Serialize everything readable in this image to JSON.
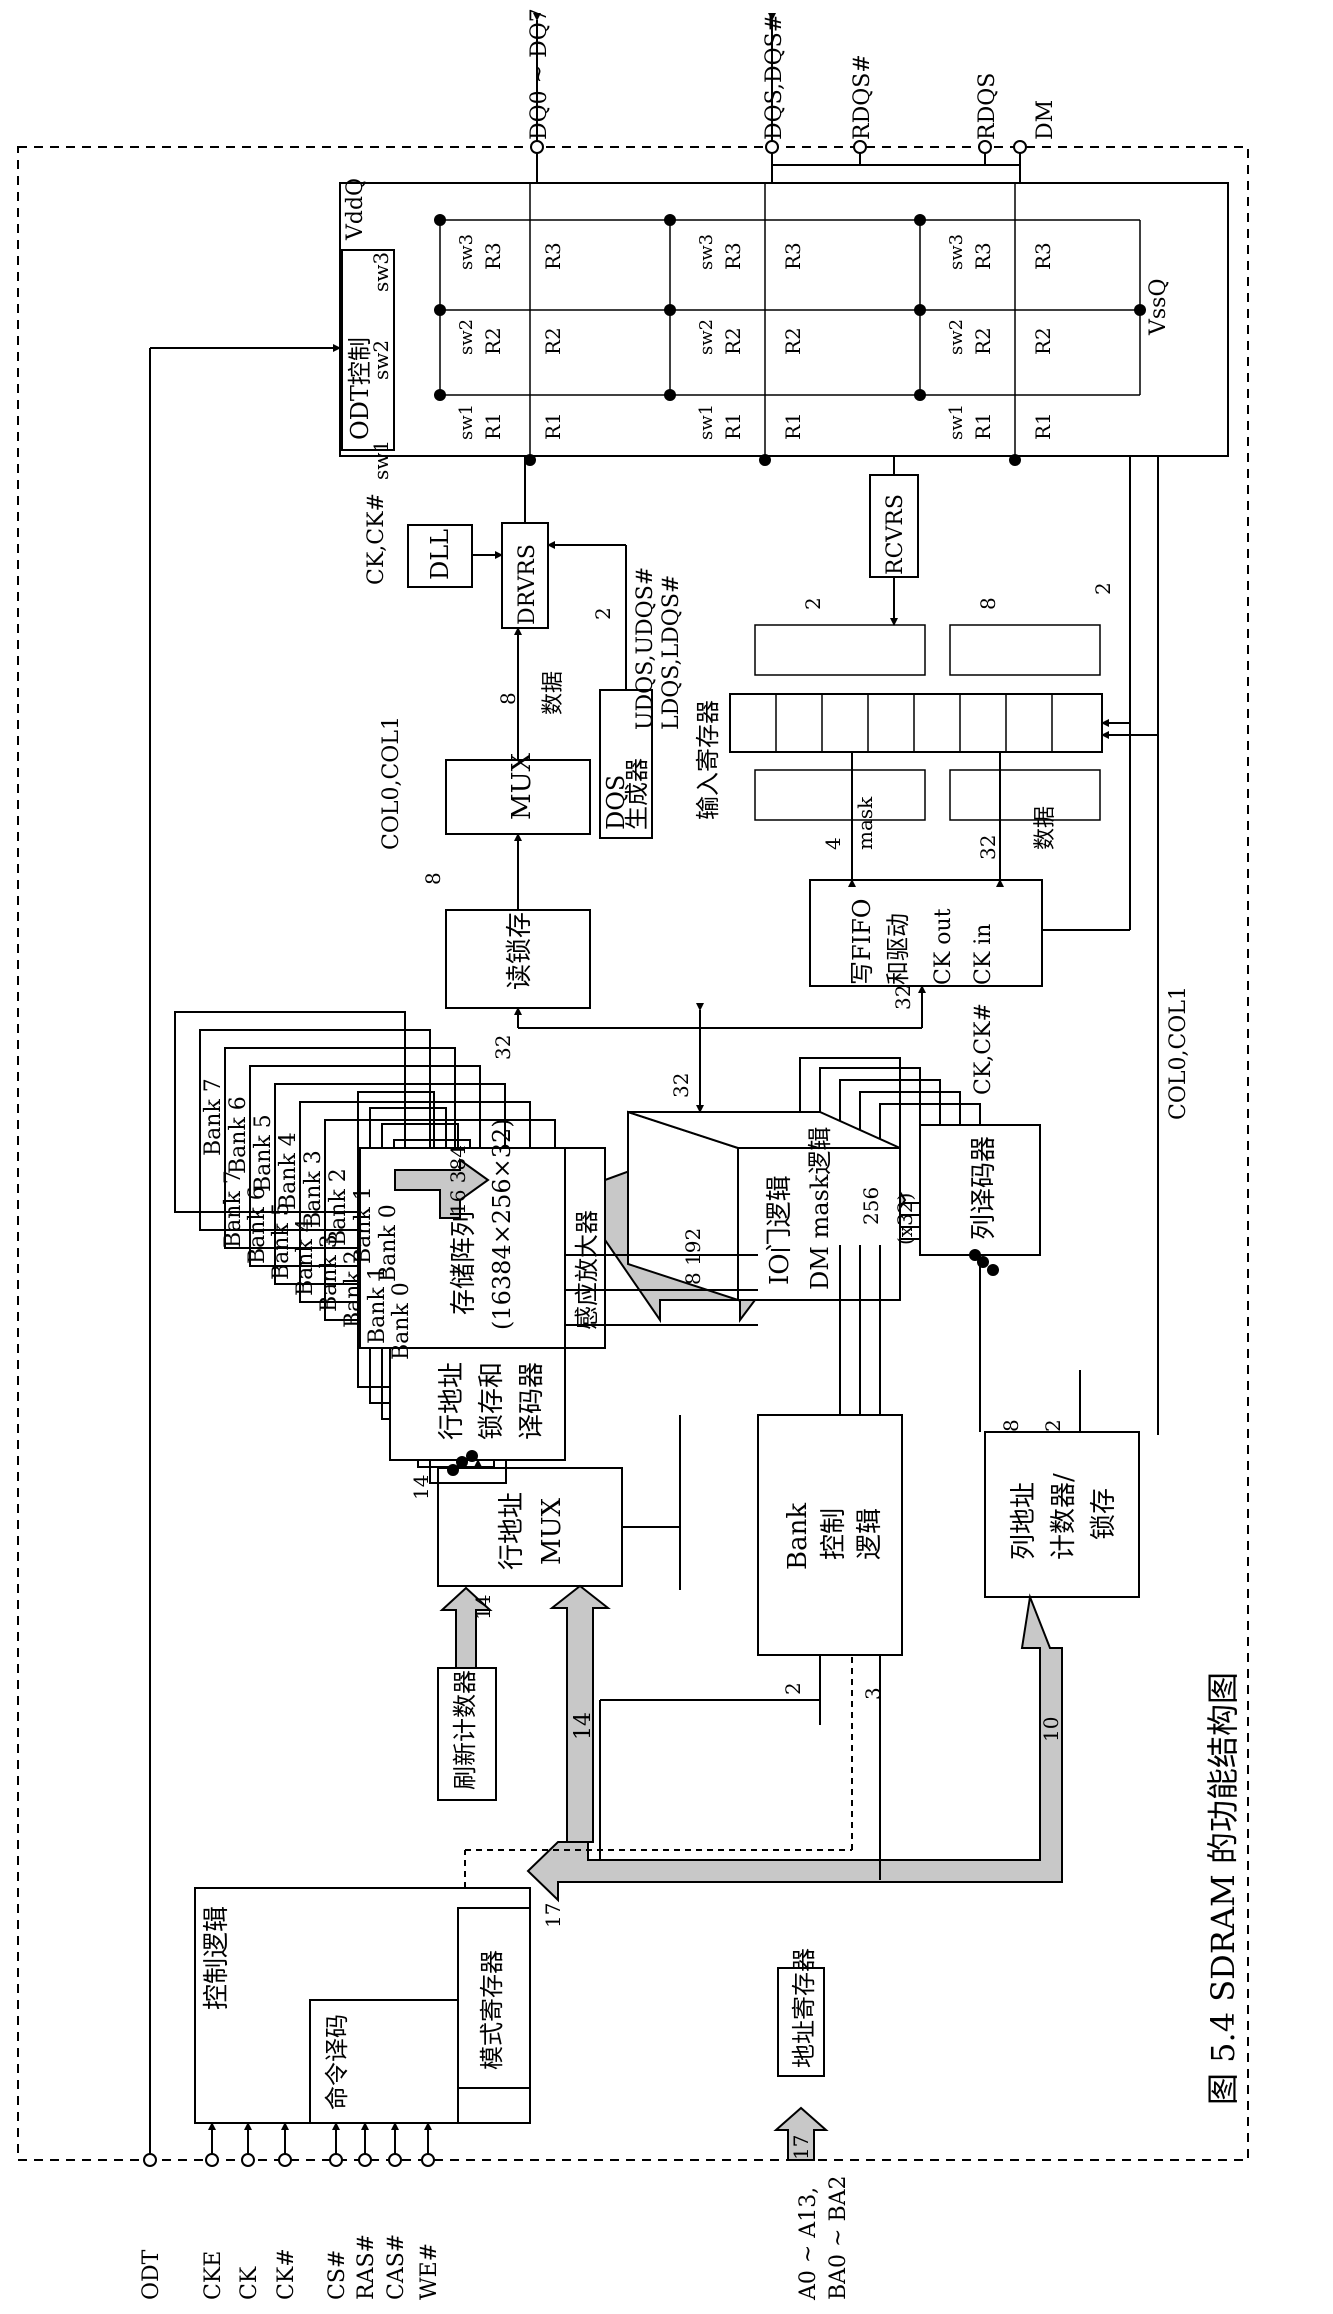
{
  "caption": "图 5.4 SDRAM 的功能结构图",
  "external_pins": {
    "left": [
      "ODT",
      "CKE",
      "CK",
      "CK#",
      "CS#",
      "RAS#",
      "CAS#",
      "WE#"
    ],
    "address_pins": "A0 ~ A13,",
    "bank_pins": "BA0 ~ BA2",
    "address_width": "17",
    "top": [
      "DQ0 ~ DQ7",
      "DQS,DQS#",
      "RDQS#",
      "RDQS",
      "DM"
    ]
  },
  "blocks": {
    "control_logic": "控制逻辑",
    "command_decoder": "命令译码",
    "mode_register": "模式寄存器",
    "address_register": "地址寄存器",
    "refresh_counter": "刷新计数器",
    "row_address_mux": [
      "行地址",
      "MUX"
    ],
    "row_latch_decoder": [
      "行地址",
      "锁存和",
      "译码器"
    ],
    "bank_labels": [
      "Bank 0",
      "Bank 1",
      "Bank 2",
      "Bank 3",
      "Bank 4",
      "Bank 5",
      "Bank 6",
      "Bank 7"
    ],
    "bank_control": [
      "Bank",
      "控制",
      "逻辑"
    ],
    "column_address_counter": [
      "列地址",
      "计数器/",
      "锁存"
    ],
    "storage_array": [
      "存储阵列",
      "(16384×256×32)"
    ],
    "sense_amplifier": "感应放大器",
    "io_gate": [
      "IO门逻辑",
      "DM mask逻辑"
    ],
    "column_decoder": "列译码器",
    "read_latch": "读锁存",
    "mux": "MUX",
    "dll": "DLL",
    "drvrs": "DRVRS",
    "rcvrs": "RCVRS",
    "dqs_generator": [
      "DQS",
      "生成器"
    ],
    "input_register": "输入寄存器",
    "write_fifo": [
      "写FIFO",
      "和驱动",
      "CK out",
      "CK in"
    ],
    "odt_control": "ODT控制"
  },
  "odt_switch_labels": [
    "sw1",
    "sw2",
    "sw3"
  ],
  "resistor_labels": [
    "R1",
    "R2",
    "R3"
  ],
  "supply_labels": {
    "vddq": "VddQ",
    "vssq": "VssQ"
  },
  "signal_labels": {
    "ck_pair": "CK,CK#",
    "col01": "COL0,COL1",
    "udqs": "UDQS,UDQS#",
    "ldqs": "LDQS,LDQS#",
    "mask": "mask",
    "data": "数据",
    "x32": "(x32)"
  },
  "bus_widths": {
    "row_addr_in": "14",
    "refresh": "14",
    "row_out": "14",
    "bank_sel": "2",
    "bank_ctl": "3",
    "col_addr": "10",
    "ctl_bus": "17",
    "row_decode": "16 384",
    "array_io": "8 192",
    "col_decode": "256",
    "col_out": "8",
    "col_bits": "2",
    "read_data": "32",
    "io_data": "32",
    "write_data": "32",
    "mux_in": "8",
    "mux_out": "8",
    "dqs_bus": "2",
    "mask_bus": "4",
    "in_bus": "8",
    "in_bits": "2",
    "fifo_data": "32",
    "col_bus": "2"
  }
}
